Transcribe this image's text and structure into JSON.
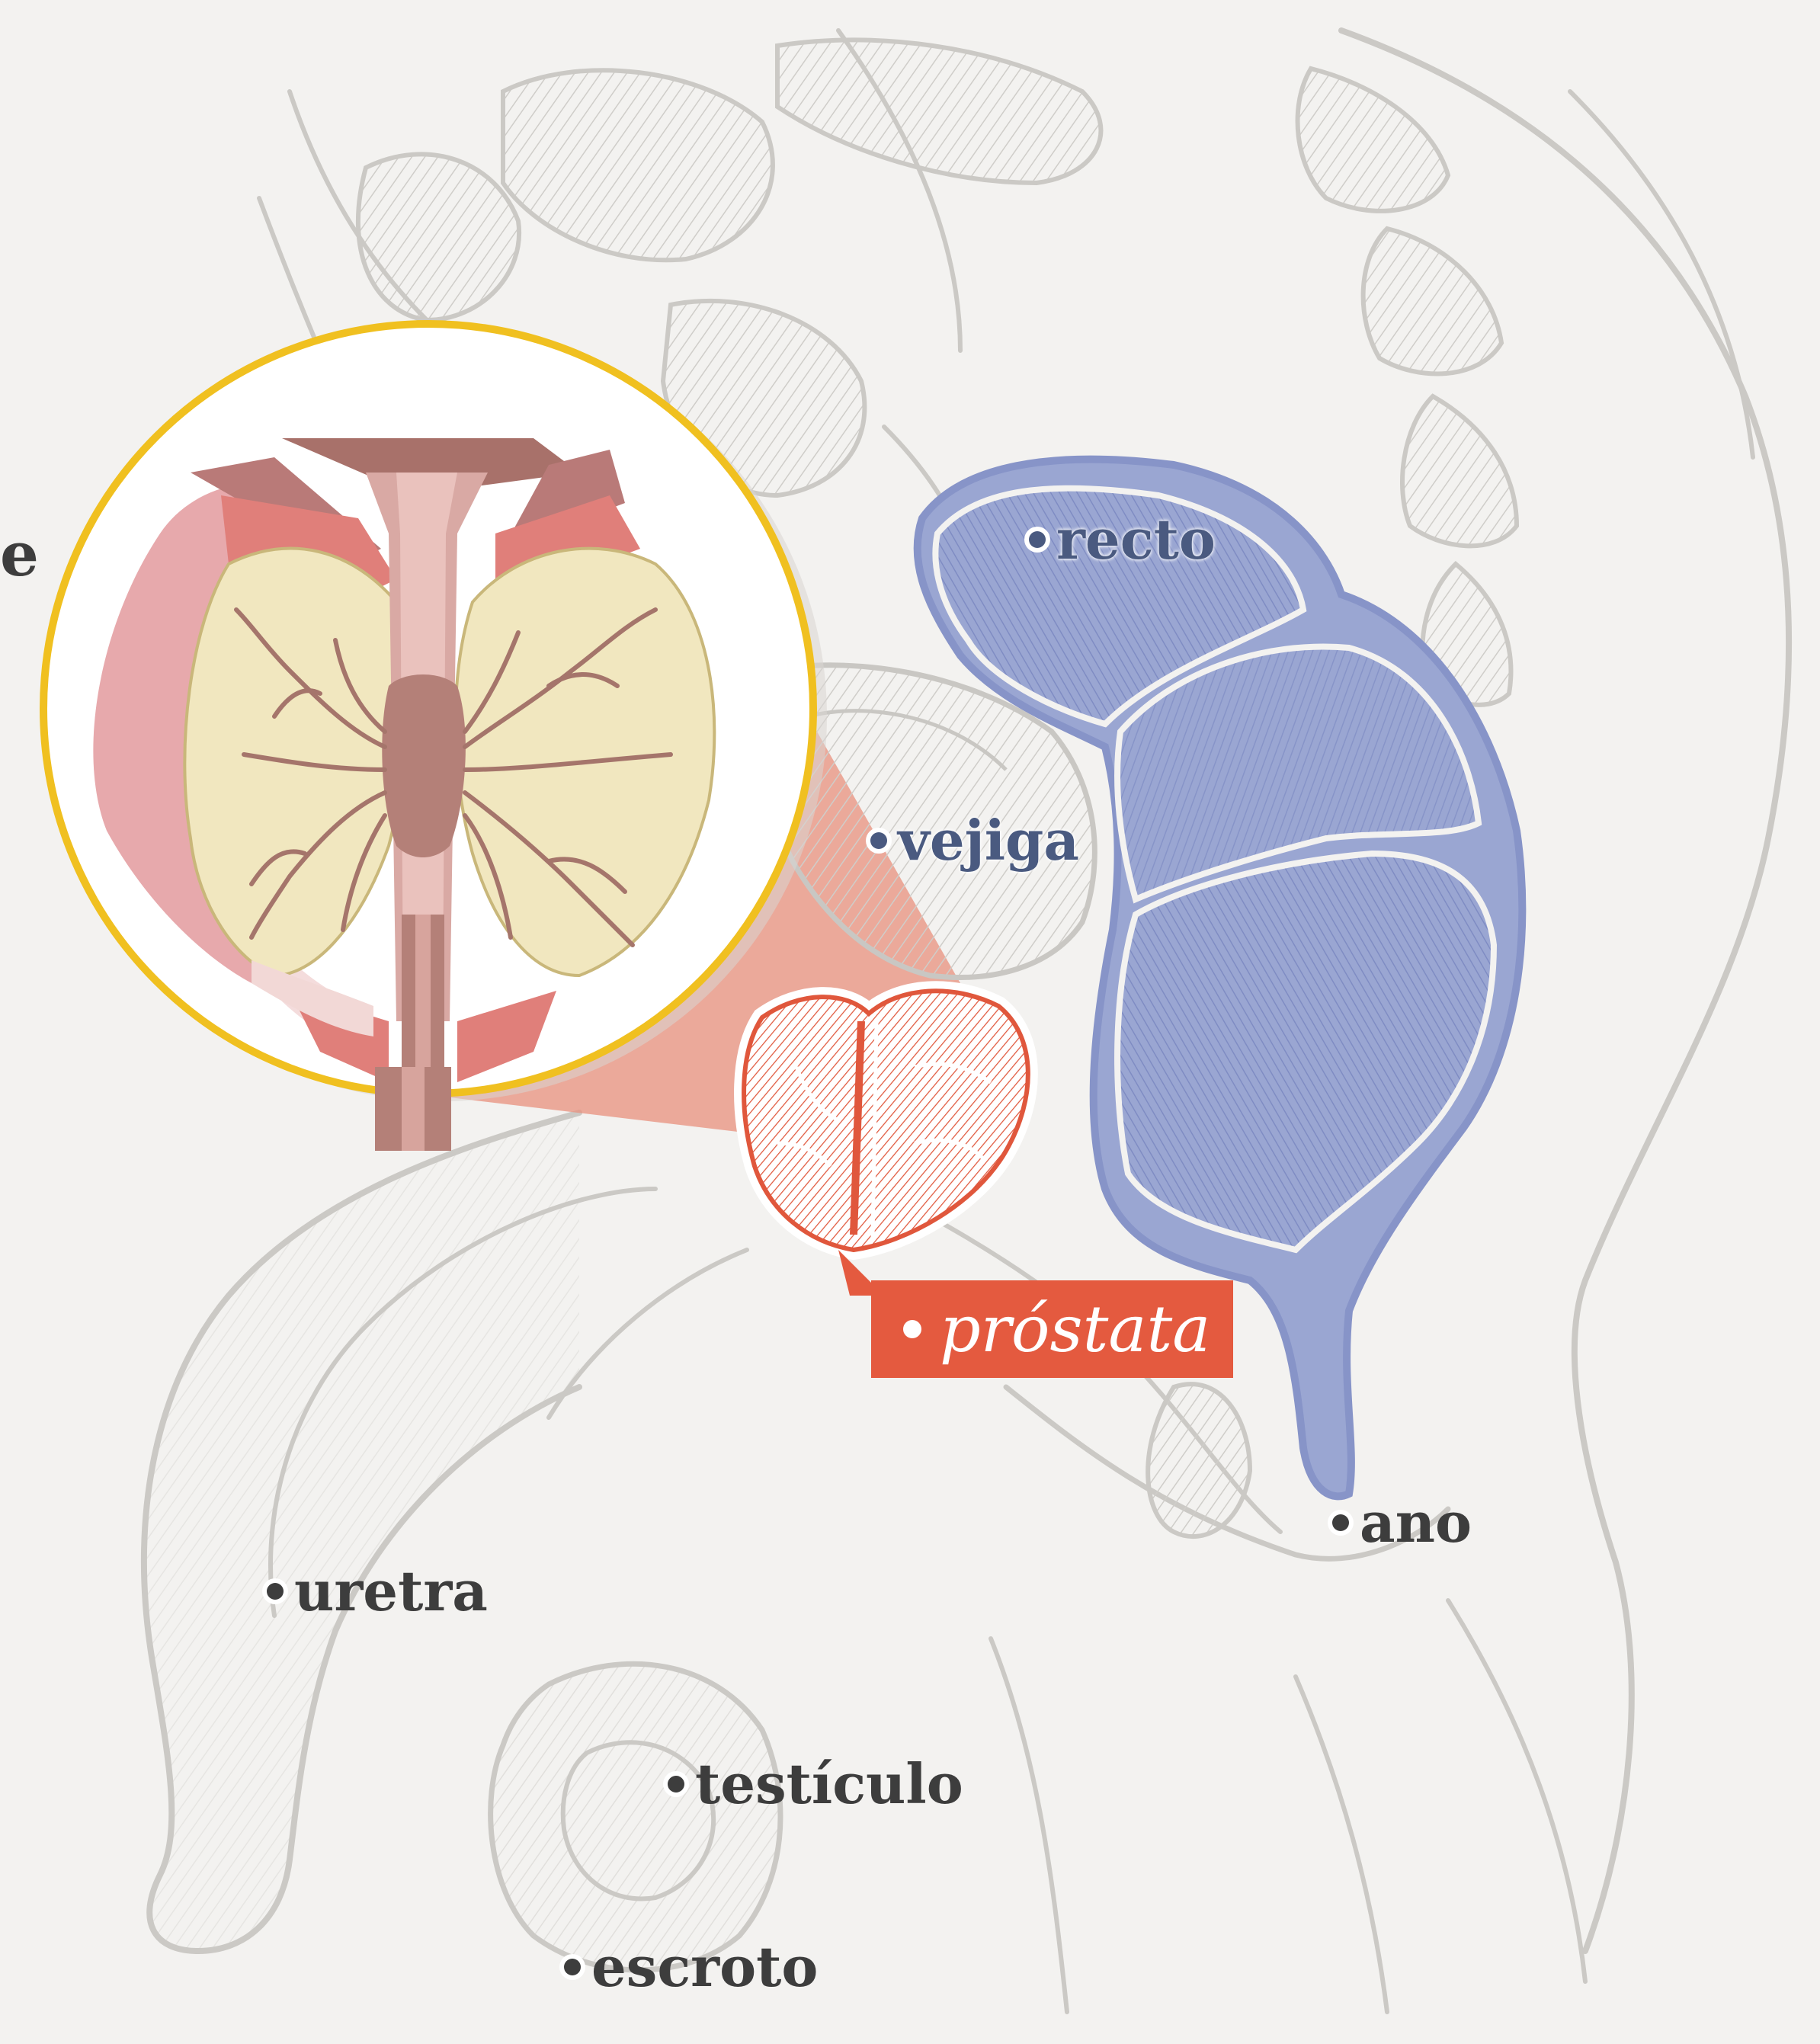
{
  "labels": {
    "recto": "recto",
    "vejiga": "vejiga",
    "prostata": "próstata",
    "ano": "ano",
    "uretra": "uretra",
    "testiculo": "testículo",
    "escroto": "escroto",
    "edge_fragment": "e"
  },
  "colors": {
    "background": "#f3f2f0",
    "engraving_gray": "#c9c7c3",
    "rectum_blue": "#8e9acb",
    "prostate_red": "#e45a3f",
    "highlight_cone": "#e8907e",
    "circle_border": "#f0c020",
    "gland_tissue": "#f1e7bf",
    "duct_brown": "#a5756b"
  }
}
